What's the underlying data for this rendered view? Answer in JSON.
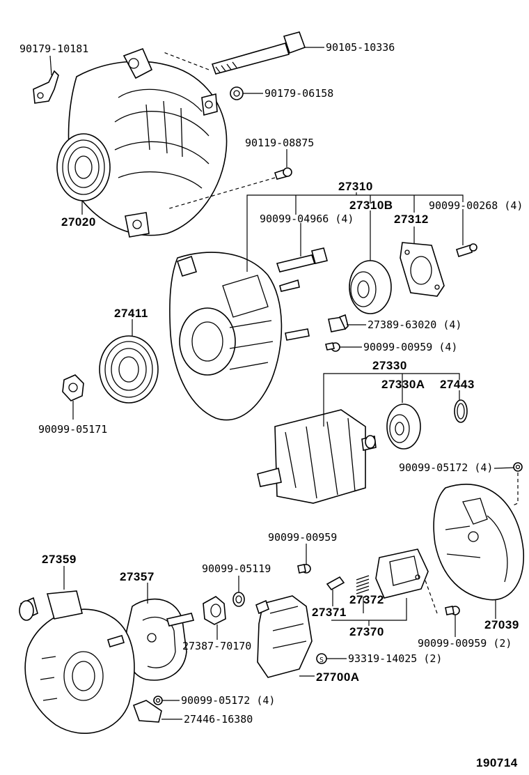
{
  "diagram_id": "190714",
  "labels": {
    "p90179_10181": "90179-10181",
    "p90105_10336": "90105-10336",
    "p90179_06158": "90179-06158",
    "p90119_08875": "90119-08875",
    "p27020": "27020",
    "p27310": "27310",
    "p90099_04966": "90099-04966 (4)",
    "p27310B": "27310B",
    "p27312": "27312",
    "p90099_00268": "90099-00268 (4)",
    "p27411": "27411",
    "p27389_63020": "27389-63020 (4)",
    "p90099_00959_4": "90099-00959 (4)",
    "p27330": "27330",
    "p27330A": "27330A",
    "p27443": "27443",
    "p90099_05171": "90099-05171",
    "p90099_05172_4a": "90099-05172 (4)",
    "p90099_00959": "90099-00959",
    "p27359": "27359",
    "p27357": "27357",
    "p90099_05119": "90099-05119",
    "p27372": "27372",
    "p27371": "27371",
    "p27039": "27039",
    "p27370": "27370",
    "p27387_70170": "27387-70170",
    "p90099_00959_2": "90099-00959 (2)",
    "p93319_14025": "93319-14025 (2)",
    "p27700A": "27700A",
    "p90099_05172_4b": "90099-05172 (4)",
    "p27446_16380": "27446-16380"
  }
}
